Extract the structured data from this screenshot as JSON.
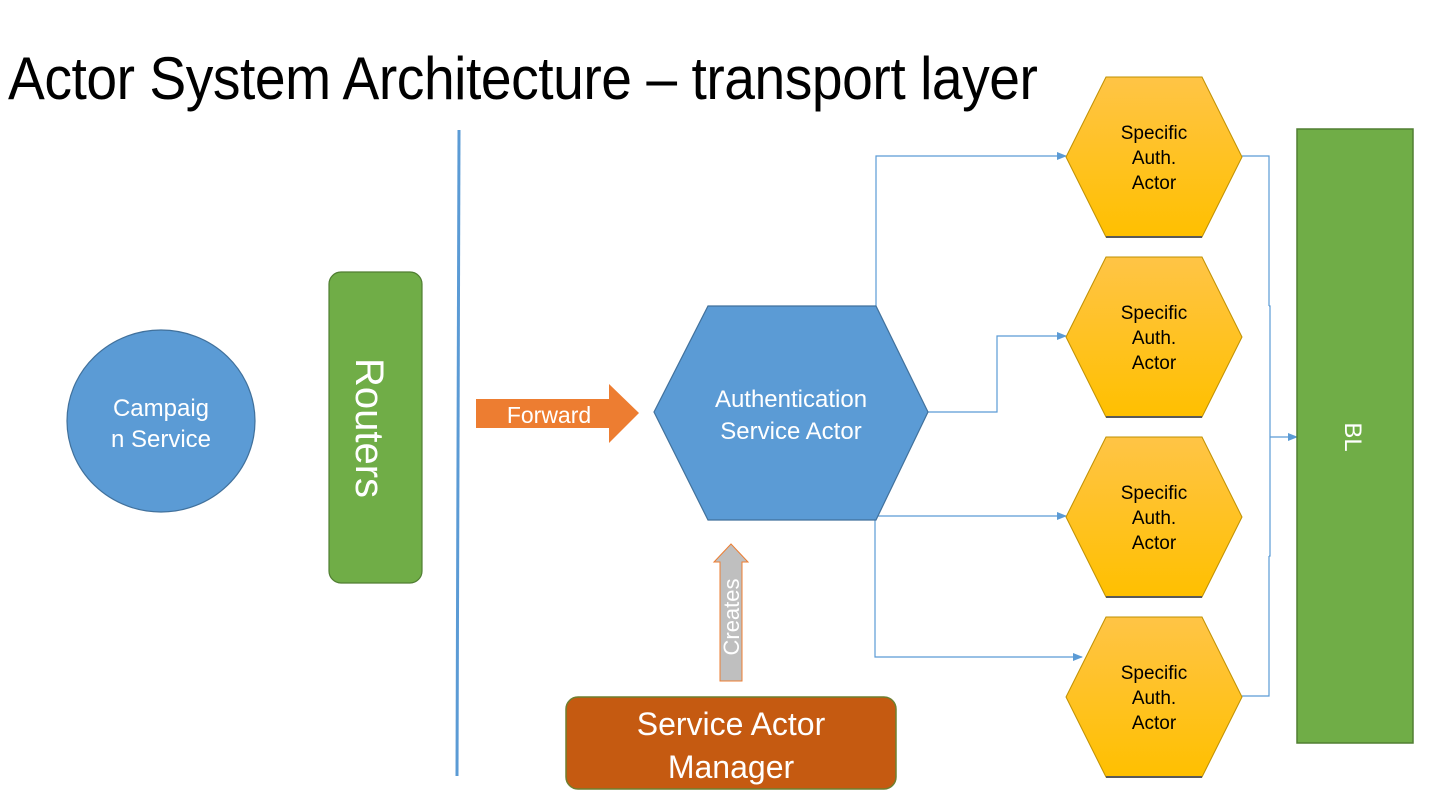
{
  "slide": {
    "title": "Actor System Architecture – transport layer"
  },
  "nodes": {
    "campaign_service": {
      "line1": "Campaig",
      "line2": "n Service",
      "fill": "#5b9bd5",
      "stroke": "#41719c"
    },
    "routers": {
      "label": "Routers",
      "fill": "#70ad47",
      "stroke": "#507e32"
    },
    "forward_arrow": {
      "label": "Forward",
      "fill": "#ed7d31"
    },
    "auth_service_actor": {
      "line1": "Authentication",
      "line2": "Service Actor",
      "fill": "#5b9bd5",
      "stroke": "#41719c"
    },
    "creates_arrow": {
      "label": "Creates",
      "fill": "#bfbfbf",
      "stroke": "#ed7d31"
    },
    "service_actor_manager": {
      "line1": "Service Actor",
      "line2": "Manager",
      "fill": "#c55a11",
      "stroke": "#6f7f2f"
    },
    "specific_actors": [
      {
        "line1": "Specific",
        "line2": "Auth.",
        "line3": "Actor"
      },
      {
        "line1": "Specific",
        "line2": "Auth.",
        "line3": "Actor"
      },
      {
        "line1": "Specific",
        "line2": "Auth.",
        "line3": "Actor"
      },
      {
        "line1": "Specific",
        "line2": "Auth.",
        "line3": "Actor"
      }
    ],
    "specific_actor_colors": {
      "fill_top": "#ffc446",
      "fill_bottom": "#ffc000",
      "stroke": "#7f6000"
    },
    "bl": {
      "label": "BL",
      "fill": "#70ad47",
      "stroke": "#507e32"
    }
  },
  "connectors": {
    "color": "#5b9bd5",
    "divider_color": "#5b9bd5"
  }
}
